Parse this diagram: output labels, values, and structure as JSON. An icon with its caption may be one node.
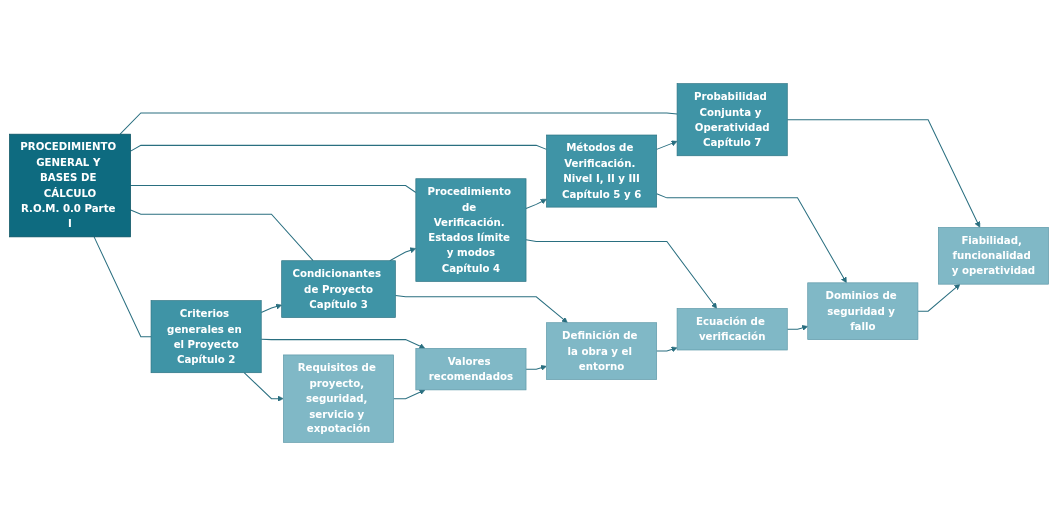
{
  "diagram": {
    "nodes": [
      {
        "text": [
          "PROCEDIMIENTO GENERAL Y BASES DE CÁLCULO",
          "R.O.M. 0.0 Parte I"
        ]
      },
      {
        "text": [
          "Criterios generales en el Proyecto",
          "Capítulo 2"
        ]
      },
      {
        "text": [
          "Condicionantes de Proyecto",
          "Capítulo 3"
        ]
      },
      {
        "text": [
          "Procedimiento de Verificación. Estados límite y modos",
          "Capítulo 4"
        ]
      },
      {
        "text": [
          "Métodos de Verificación. Nivel I, II y III",
          "Capítulo 5 y 6"
        ]
      },
      {
        "text": [
          "Probabilidad Conjunta y Operatividad",
          "Capítulo 7"
        ]
      },
      {
        "text": [
          "Requisitos de proyecto, seguridad, servicio y expotación"
        ]
      },
      {
        "text": [
          "Valores recomendados"
        ]
      },
      {
        "text": [
          "Definición de la obra y el entorno"
        ]
      },
      {
        "text": [
          "Ecuación de verificación"
        ]
      },
      {
        "text": [
          "Dominios de seguridad y fallo"
        ]
      },
      {
        "text": [
          "Fiabilidad, funcionalidad y operatividad"
        ]
      }
    ],
    "edges": [
      {
        "from": 0,
        "to": 1,
        "arrow": "none"
      },
      {
        "from": 0,
        "to": 2,
        "arrow": "none"
      },
      {
        "from": 0,
        "to": 3,
        "arrow": "none"
      },
      {
        "from": 0,
        "to": 4,
        "arrow": "none"
      },
      {
        "from": 0,
        "to": 5,
        "arrow": "none"
      },
      {
        "from": 1,
        "to": 2,
        "arrow": "to"
      },
      {
        "from": 2,
        "to": 3,
        "arrow": "to"
      },
      {
        "from": 3,
        "to": 4,
        "arrow": "to"
      },
      {
        "from": 4,
        "to": 5,
        "arrow": "to"
      },
      {
        "from": 1,
        "to": 6,
        "arrow": "to"
      },
      {
        "from": 1,
        "to": 7,
        "arrow": "to"
      },
      {
        "from": 2,
        "to": 8,
        "arrow": "to"
      },
      {
        "from": 3,
        "to": 9,
        "arrow": "to"
      },
      {
        "from": 4,
        "to": 10,
        "arrow": "to"
      },
      {
        "from": 5,
        "to": 11,
        "arrow": "to"
      },
      {
        "from": 6,
        "to": 7,
        "arrow": "to"
      },
      {
        "from": 7,
        "to": 8,
        "arrow": "to"
      },
      {
        "from": 8,
        "to": 9,
        "arrow": "to"
      },
      {
        "from": 9,
        "to": 10,
        "arrow": "to"
      },
      {
        "from": 10,
        "to": 11,
        "arrow": "to"
      }
    ]
  }
}
